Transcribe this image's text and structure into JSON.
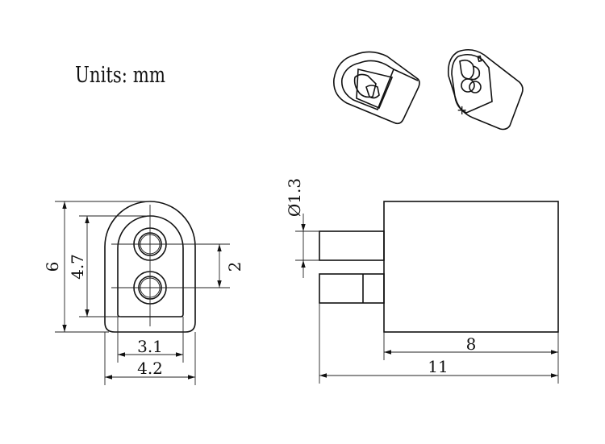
{
  "units_label": "Units: mm",
  "front_view": {
    "dim_height": "6",
    "dim_inner_height": "4.7",
    "dim_pin_pitch": "2",
    "dim_inner_width": "3.1",
    "dim_outer_width": "4.2"
  },
  "side_view": {
    "dim_pin_diameter": "Ø1.3",
    "dim_body_length": "8",
    "dim_total_length": "11"
  },
  "iso_views": {
    "polarity_plus": "+",
    "polarity_minus": "-"
  }
}
